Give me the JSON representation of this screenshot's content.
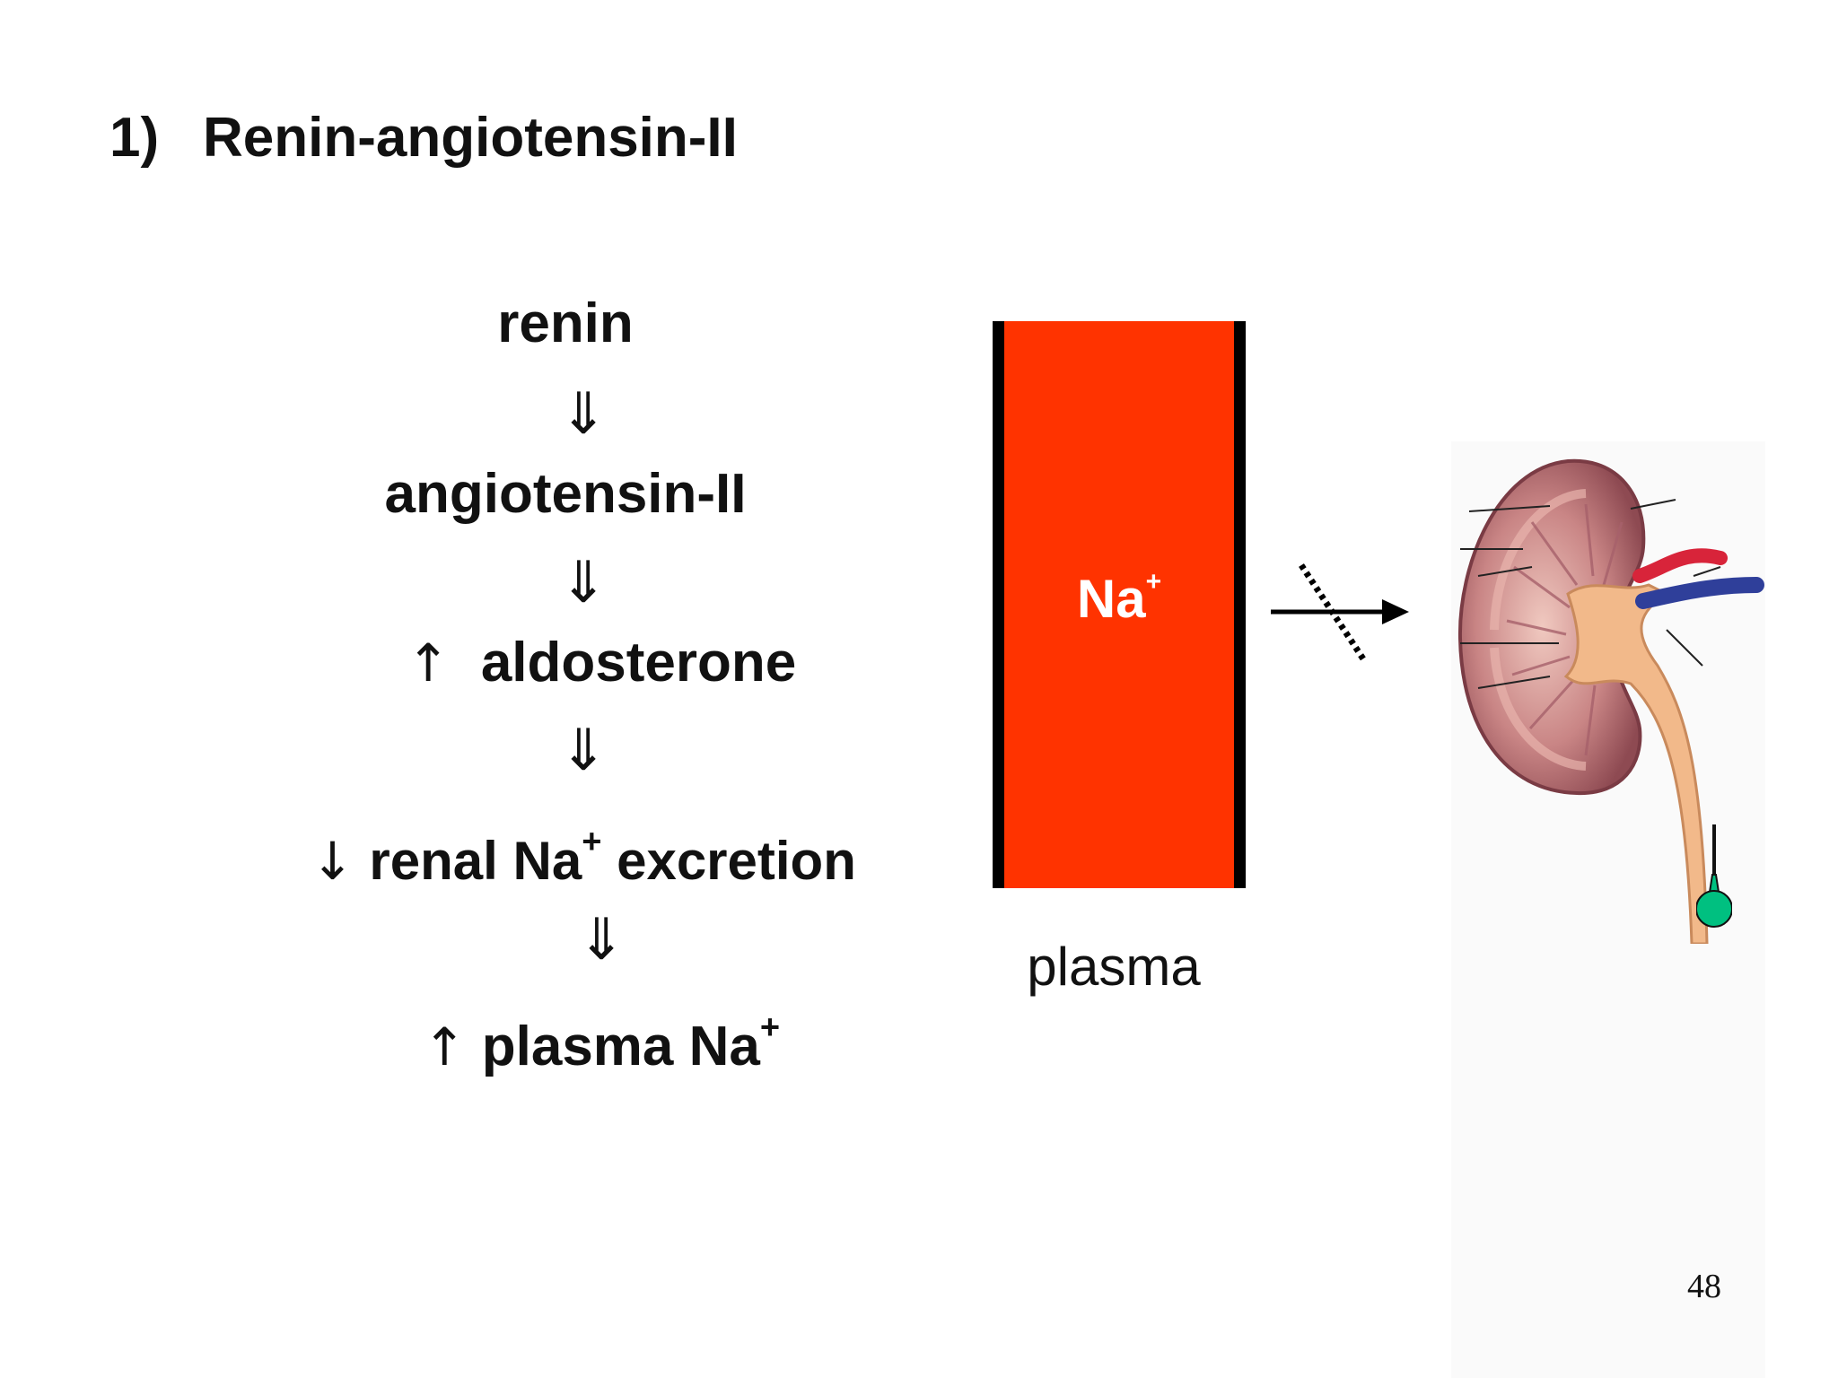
{
  "slide": {
    "title_number": "1)",
    "title_text": "Renin-angiotensin-II",
    "page_number": "48"
  },
  "cascade": {
    "step1": "renin",
    "step2": "angiotensin-II",
    "step3_symbol": "↑",
    "step3_text": "aldosterone",
    "step4_symbol": "↓",
    "step4_text_a": "renal Na",
    "step4_sup": "+",
    "step4_text_b": "excretion",
    "step5_symbol": "↑",
    "step5_text": "plasma Na",
    "step5_sup": "+",
    "arrow_glyph": "⇓"
  },
  "plasma_box": {
    "ion": "Na",
    "ion_sup": "+",
    "label": "plasma",
    "fill_color": "#ff3300"
  },
  "kidney": {
    "icon": "kidney-cross-section-icon",
    "flow_blocked": true
  }
}
